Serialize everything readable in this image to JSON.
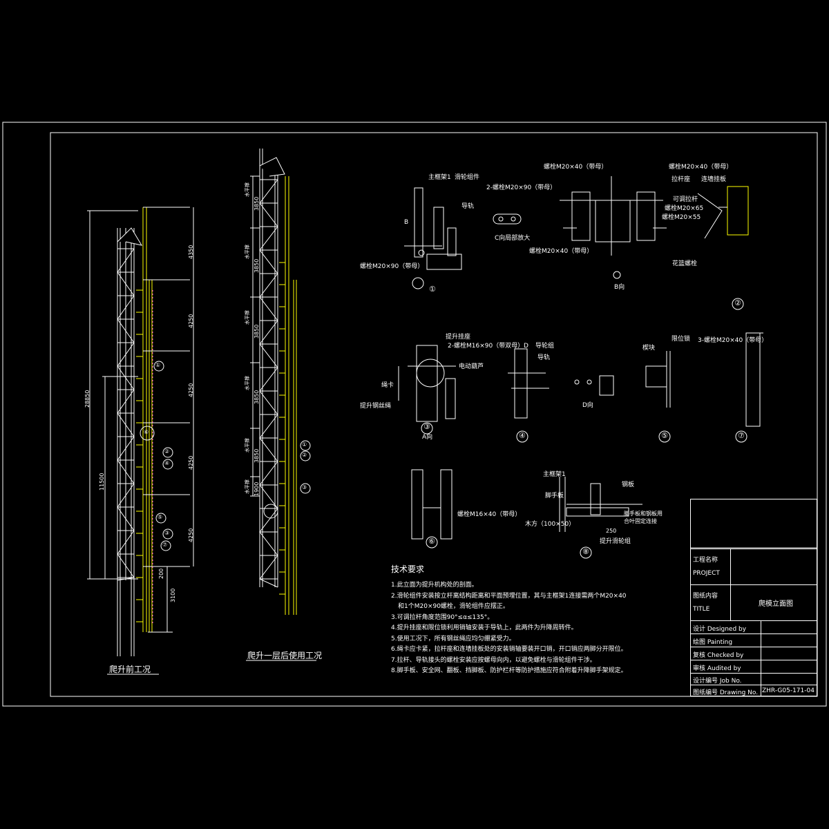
{
  "views": {
    "left": {
      "caption": "爬升前工况",
      "dims": [
        "28850",
        "11500",
        "4350",
        "4250",
        "4250",
        "4250",
        "4250",
        "200",
        "3100"
      ],
      "callouts": [
        "①",
        "②",
        "④",
        "⑤",
        "③",
        "⑦",
        "⑥"
      ]
    },
    "middle": {
      "caption": "爬升一层后使用工况",
      "dims": [
        "3850",
        "3850",
        "3850",
        "3850",
        "3850",
        "1900"
      ],
      "dim_tags": [
        "水平撑",
        "水平撑",
        "水平撑",
        "水平撑",
        "水平撑",
        "水平撑"
      ],
      "callouts": [
        "①",
        "②",
        "③"
      ]
    }
  },
  "details": {
    "d1": {
      "number": "①",
      "labels": [
        "主框架1",
        "滑轮组件",
        "导轨",
        "B",
        "螺栓M20×90（带母）"
      ]
    },
    "d2": {
      "number": "②",
      "sub_view": "B向",
      "sub_detail": "C向局部放大",
      "labels": [
        "螺栓M20×40（带母）",
        "2-螺栓M20×90（带母）",
        "螺栓M20×40（带母）",
        "螺栓M20×40（带母）",
        "拉杆座",
        "连墙挂板",
        "可调拉杆",
        "螺栓M20×65",
        "螺栓M20×55",
        "花篮螺栓"
      ]
    },
    "d3": {
      "number": "③",
      "sub_view": "A向",
      "labels": [
        "提升挂座",
        "2-螺栓M16×90（带双母）",
        "D",
        "电动葫芦",
        "绳卡",
        "提升钢丝绳"
      ]
    },
    "d4": {
      "number": "④",
      "sub_view": "D向",
      "labels": [
        "导轮组",
        "导轨"
      ]
    },
    "d5": {
      "number": "⑤",
      "labels": [
        "楔块",
        "限位锁"
      ]
    },
    "d7": {
      "number": "⑦",
      "labels": [
        "3-螺栓M20×40（带母）"
      ]
    },
    "d6": {
      "number": "⑥",
      "labels": [
        "螺栓M16×40（带母）"
      ]
    },
    "d8": {
      "number": "⑧",
      "labels": [
        "主框架1",
        "脚手板",
        "木方（100×50）",
        "钢板",
        "脚手板和钢板用",
        "合叶固定连接",
        "250",
        "提升滑轮组"
      ]
    }
  },
  "notes": {
    "heading": "技术要求",
    "items": [
      "1.此立面为提升机构处的剖面。",
      "2.滑轮组件安装按立杆离结构距离和平面预埋位置，其与主框架1连接需两个M20×40",
      "和1个M20×90螺栓，滑轮组件应摆正。",
      "3.可调拉杆角度范围90°≤α≤135°。",
      "4.提升挂座和限位锁利用销轴安装于导轨上，此两件为升降周转件。",
      "5.使用工况下，所有钢丝绳应均匀绷紧受力。",
      "6.绳卡应卡紧，拉杆座和连墙挂板处的安装销轴要装开口销，开口销应两脚分开限位。",
      "7.拉杆、导轨接头的螺栓安装应按螺母向内，以避免螺栓与滑轮组件干涉。",
      "8.脚手板、安全网、翻板、挡脚板、防护栏杆等防护措施应符合附着升降脚手架规定。"
    ]
  },
  "title_block": {
    "project_label": "工程名称",
    "project_label_en": "PROJECT",
    "project_value": "",
    "title_label": "图纸内容",
    "title_label_en": "TITLE",
    "title_value": "爬模立面图",
    "designed": "设计 Designed by",
    "painting": "绘图 Painting",
    "checked": "复核 Checked by",
    "audited": "审核 Audited by",
    "job_no": "设计编号 Job No.",
    "drawing_no": "图纸编号 Drawing No.",
    "drawing_no_value": "ZHR-G05-171-04"
  }
}
